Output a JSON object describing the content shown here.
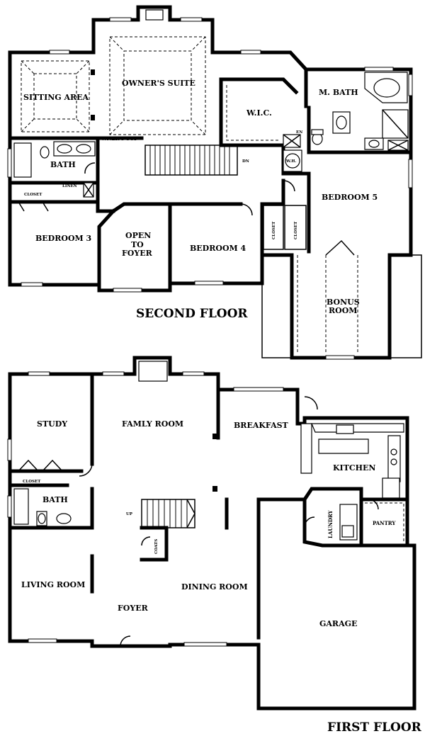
{
  "second_floor": {
    "title": "SECOND FLOOR",
    "rooms": {
      "sitting_area": "SITTING AREA",
      "owners_suite": "OWNER'S SUITE",
      "wic": "W.I.C.",
      "m_bath": "M. BATH",
      "owners_sui_fragment": "WNER'S SUI",
      "bath": "BATH",
      "linen": "LINEN",
      "closet": "CLOSET",
      "dn": "DN",
      "wh": "W.H.",
      "en": "EN",
      "bedroom_5": "BEDROOM 5",
      "bedroom_3": "BEDROOM 3",
      "open_to_line1": "OPEN",
      "open_to_line2": "TO",
      "open_to_line3": "FOYER",
      "bedroom_4": "BEDROOM 4",
      "closet_v1": "CLOSET",
      "closet_v2": "CLOSET",
      "bonus_line1": "BONUS",
      "bonus_line2": "ROOM"
    }
  },
  "first_floor": {
    "title": "FIRST FLOOR",
    "rooms": {
      "study": "STUDY",
      "family_room": "FAMLY ROOM",
      "breakfast": "BREAKFAST",
      "kitchen": "KITCHEN",
      "closet": "CLOSET",
      "bath": "BATH",
      "up": "UP",
      "coats": "COATS",
      "laundry": "LAUNDRY",
      "pantry": "PANTRY",
      "living_room": "LIVING ROOM",
      "dining_room": "DINING ROOM",
      "foyer": "FOYER",
      "garage": "GARAGE"
    }
  }
}
